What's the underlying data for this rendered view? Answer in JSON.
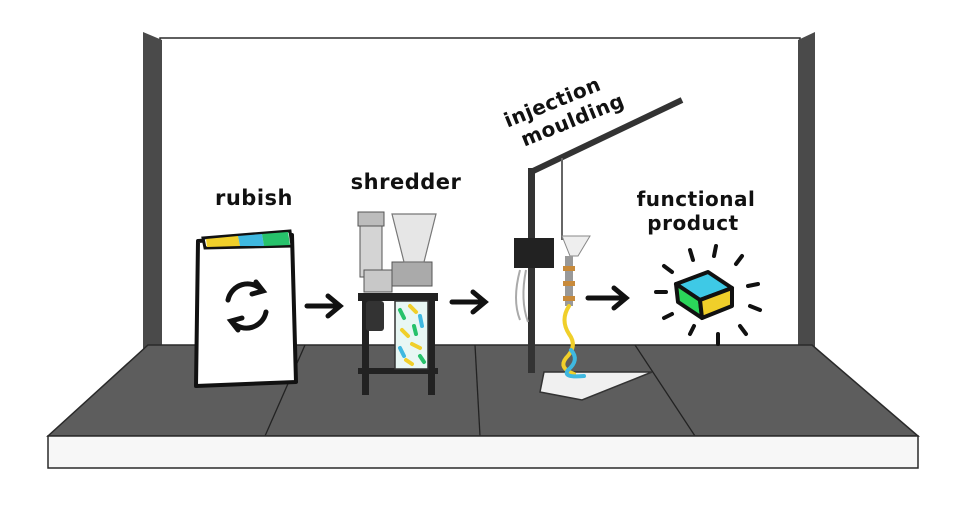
{
  "labels": {
    "rubish": "rubish",
    "shredder": "shredder",
    "injection_line1": "injection",
    "injection_line2": "moulding",
    "product_line1": "functional",
    "product_line2": "product"
  },
  "colors": {
    "wall": "#ffffff",
    "wall_edge": "#4a4a4a",
    "floor": "#5a5a5a",
    "floor_front": "#f7f7f7",
    "ink": "#111111",
    "plastic_green": "#27c26b",
    "plastic_yellow": "#f0cf2a",
    "plastic_blue": "#3fb8e0",
    "product_blue": "#3ec9e6",
    "product_green": "#2bd65a"
  },
  "icons": [
    "recycle-icon",
    "arrow-right-icon",
    "sparkle-icon"
  ]
}
